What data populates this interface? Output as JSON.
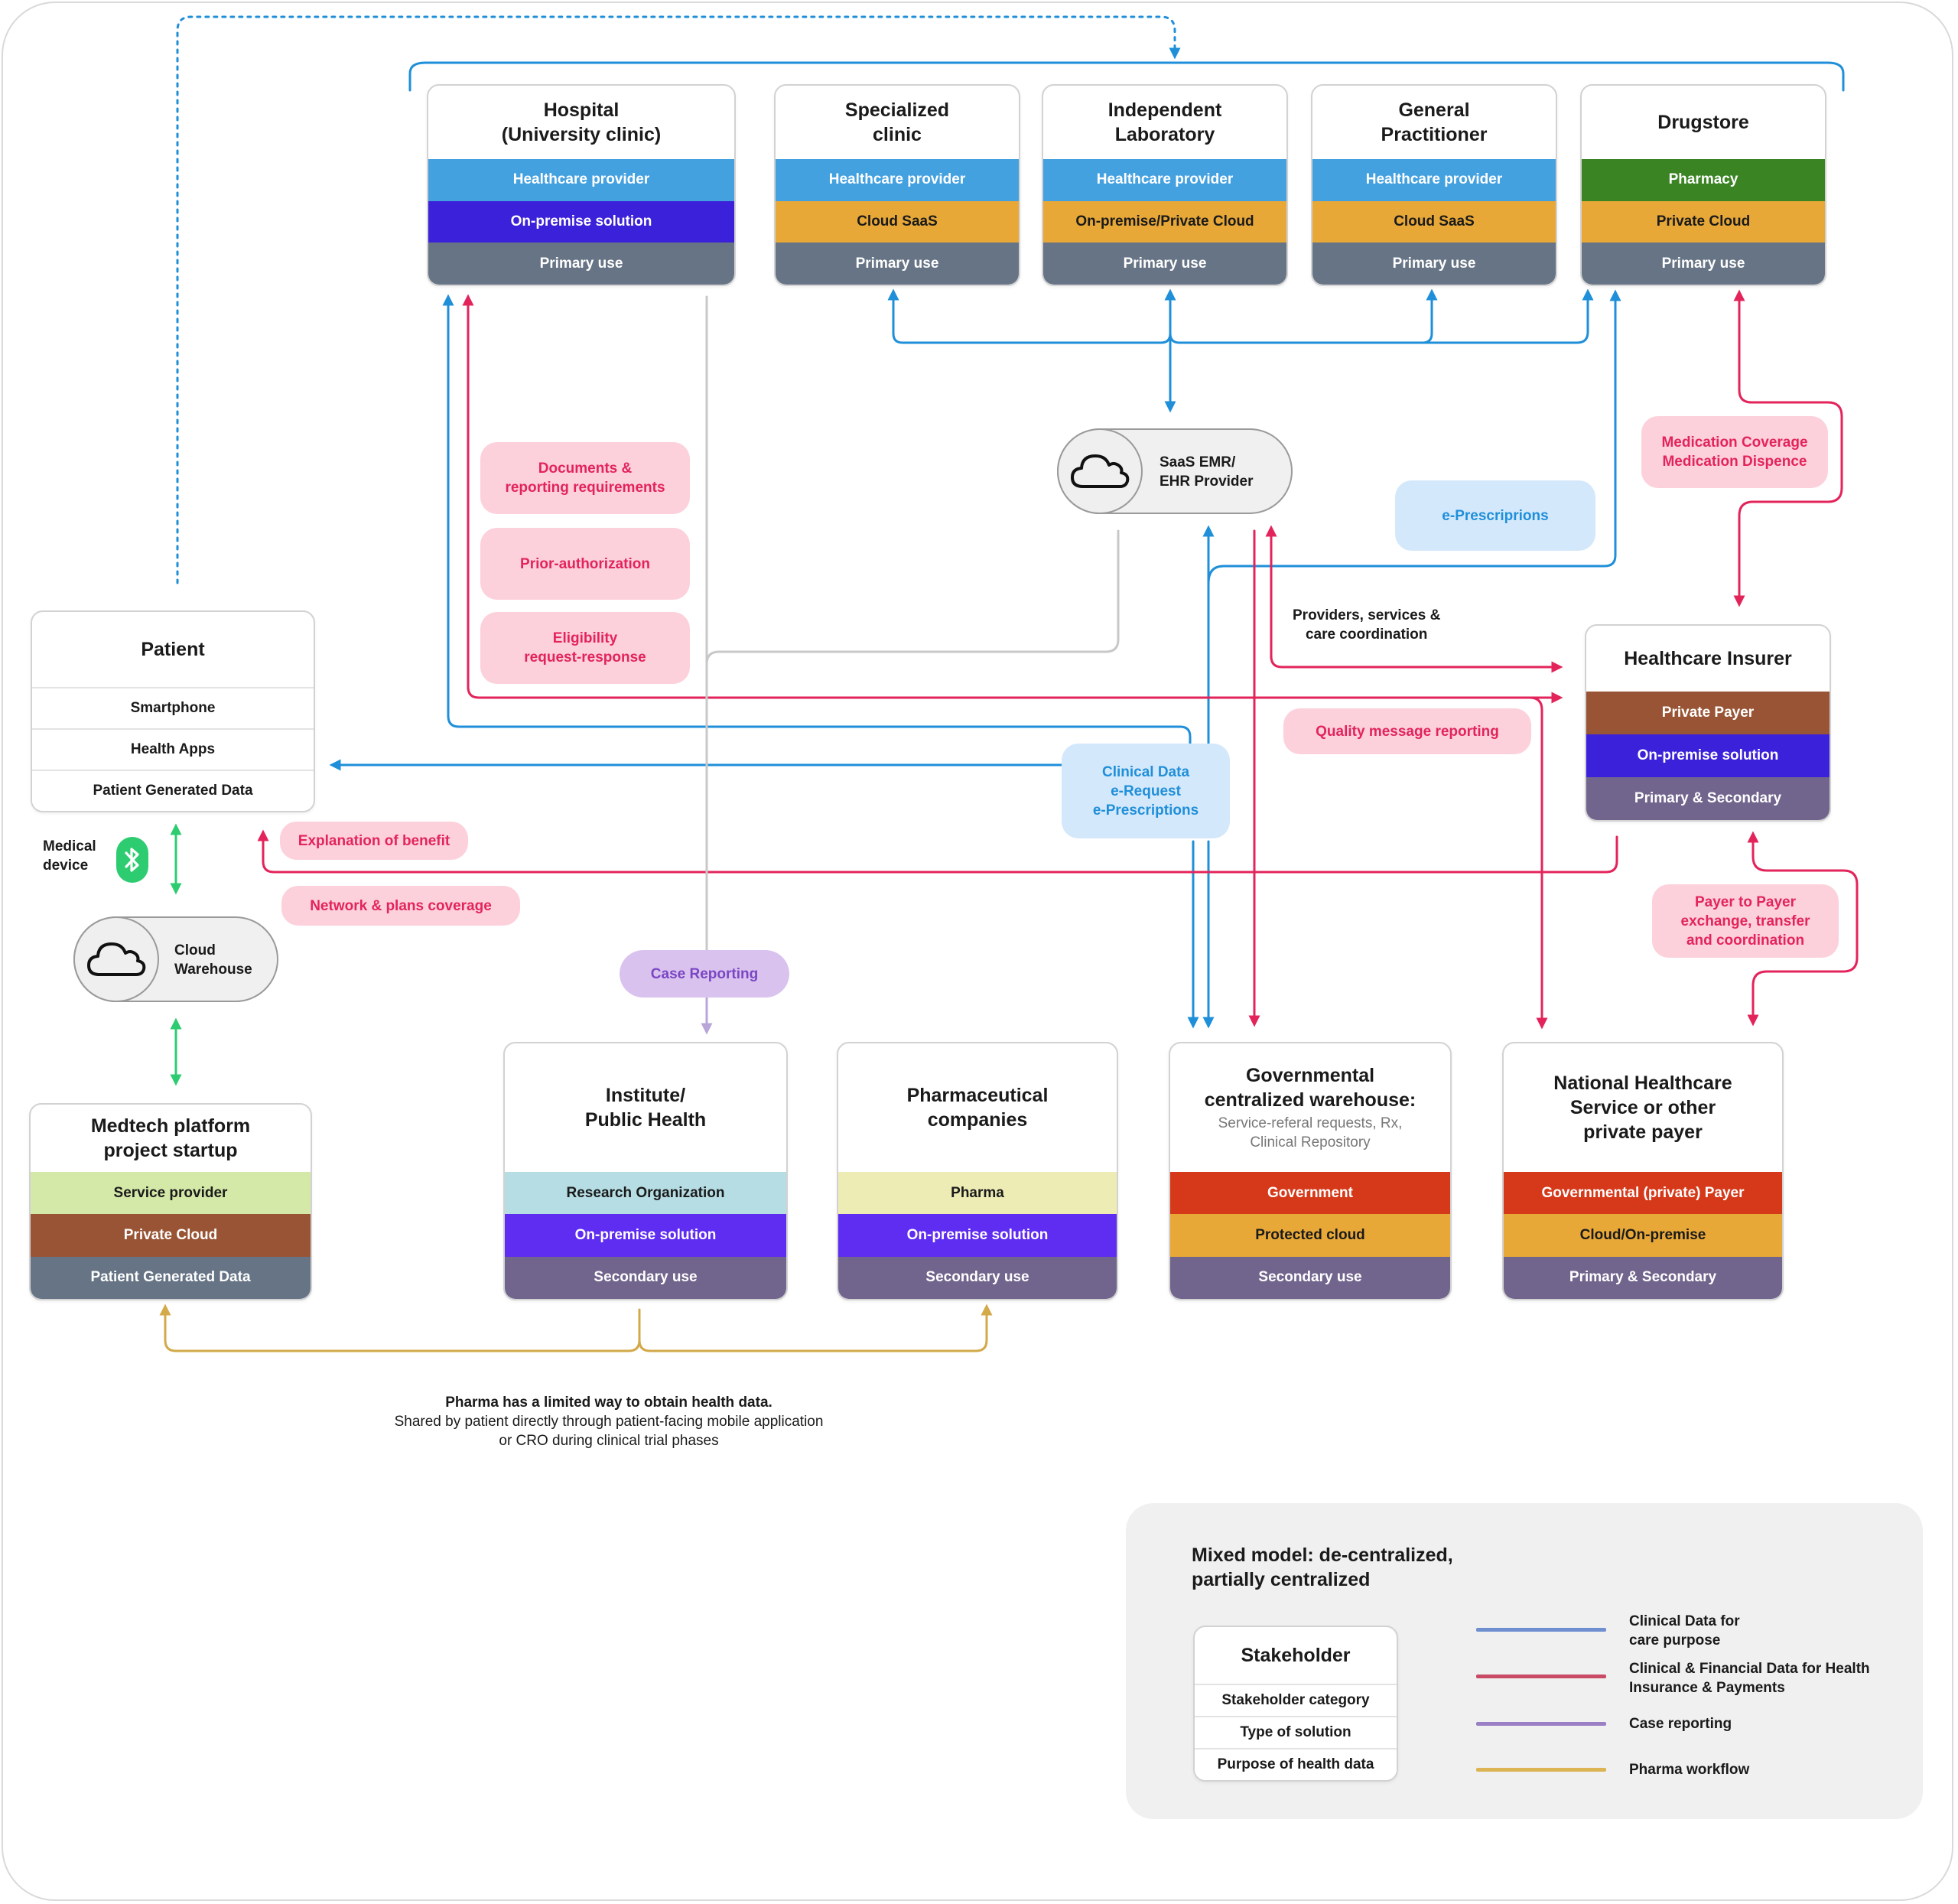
{
  "colors": {
    "blue_line": "#1f8fd9",
    "pink_line": "#e3245b",
    "purple_line": "#b9a6d8",
    "gold_line": "#d3a94a",
    "green_line": "#2ecc71",
    "gray_line": "#c8c8c8",
    "healthcare_provider": "#44a1e0",
    "on_premise_dark": "#3b21d9",
    "on_premise_violet": "#5f2cf2",
    "cloud_orange": "#e8a838",
    "primary_use": "#667485",
    "pharmacy_green": "#3b8424",
    "private_payer_brown": "#985434",
    "secondary_use": "#72658d",
    "service_provider": "#d4e8a8",
    "research_org": "#b5dde3",
    "pharma_yellow": "#eeecb5",
    "government_red": "#d6391a"
  },
  "top_row": [
    {
      "title": "Hospital\n(University clinic)",
      "category": "Healthcare provider",
      "solution": "On-premise solution",
      "purpose": "Primary use"
    },
    {
      "title": "Specialized\nclinic",
      "category": "Healthcare provider",
      "solution": "Cloud SaaS",
      "purpose": "Primary use"
    },
    {
      "title": "Independent\nLaboratory",
      "category": "Healthcare provider",
      "solution": "On-premise/Private Cloud",
      "purpose": "Primary use"
    },
    {
      "title": "General\nPractitioner",
      "category": "Healthcare provider",
      "solution": "Cloud SaaS",
      "purpose": "Primary use"
    },
    {
      "title": "Drugstore",
      "category": "Pharmacy",
      "solution": "Private Cloud",
      "purpose": "Primary use"
    }
  ],
  "patient": {
    "title": "Patient",
    "rows": [
      "Smartphone",
      "Health Apps",
      "Patient Generated Data"
    ]
  },
  "insurer": {
    "title": "Healthcare Insurer",
    "category": "Private Payer",
    "solution": "On-premise solution",
    "purpose": "Primary & Secondary"
  },
  "medtech": {
    "title": "Medtech platform\nproject startup",
    "category": "Service provider",
    "solution": "Private Cloud",
    "purpose": "Patient Generated Data"
  },
  "bottom_row": [
    {
      "title": "Institute/\nPublic Health",
      "subtitle": "",
      "category": "Research Organization",
      "solution": "On-premise solution",
      "purpose": "Secondary use"
    },
    {
      "title": "Pharmaceutical\ncompanies",
      "subtitle": "",
      "category": "Pharma",
      "solution": "On-premise solution",
      "purpose": "Secondary use"
    },
    {
      "title": "Governmental\ncentralized warehouse:",
      "subtitle": "Service-referal requests, Rx,\nClinical Repository",
      "category": "Government",
      "solution": "Protected cloud",
      "purpose": "Secondary use"
    },
    {
      "title": "National Healthcare\nService or other\nprivate payer",
      "subtitle": "",
      "category": "Governmental (private) Payer",
      "solution": "Cloud/On-premise",
      "purpose": "Primary & Secondary"
    }
  ],
  "saas_emr": "SaaS EMR/\nEHR Provider",
  "cloud_warehouse": "Cloud\nWarehouse",
  "medical_device": "Medical\ndevice",
  "pills": {
    "documents": "Documents &\nreporting requirements",
    "prior_auth": "Prior-authorization",
    "eligibility": "Eligibility\nrequest-response",
    "medication": "Medication Coverage\nMedication Dispence",
    "e_prescriptions": "e-Prescriprions",
    "quality": "Quality message reporting",
    "clinical_data": "Clinical Data\ne-Request\ne-Prescriptions",
    "explanation": "Explanation of benefit",
    "network": "Network & plans coverage",
    "case_reporting": "Case Reporting",
    "payer_to_payer": "Payer to Payer\nexchange, transfer\nand coordination"
  },
  "providers_label": "Providers, services &\ncare coordination",
  "pharma_note": {
    "bold": "Pharma has a limited way to obtain health data.",
    "rest": "Shared by patient directly through patient-facing mobile application\nor CRO during clinical trial phases"
  },
  "legend": {
    "title": "Mixed model: de-centralized,\npartially centralized",
    "sample": {
      "title": "Stakeholder",
      "rows": [
        "Stakeholder category",
        "Type of solution",
        "Purpose of health data"
      ]
    },
    "items": [
      {
        "color": "#6f8fd0",
        "label": "Clinical Data for\ncare purpose"
      },
      {
        "color": "#c94a64",
        "label": "Clinical & Financial Data for Health\nInsurance & Payments"
      },
      {
        "color": "#9a7fc4",
        "label": "Case reporting"
      },
      {
        "color": "#dcb454",
        "label": "Pharma workflow"
      }
    ]
  }
}
